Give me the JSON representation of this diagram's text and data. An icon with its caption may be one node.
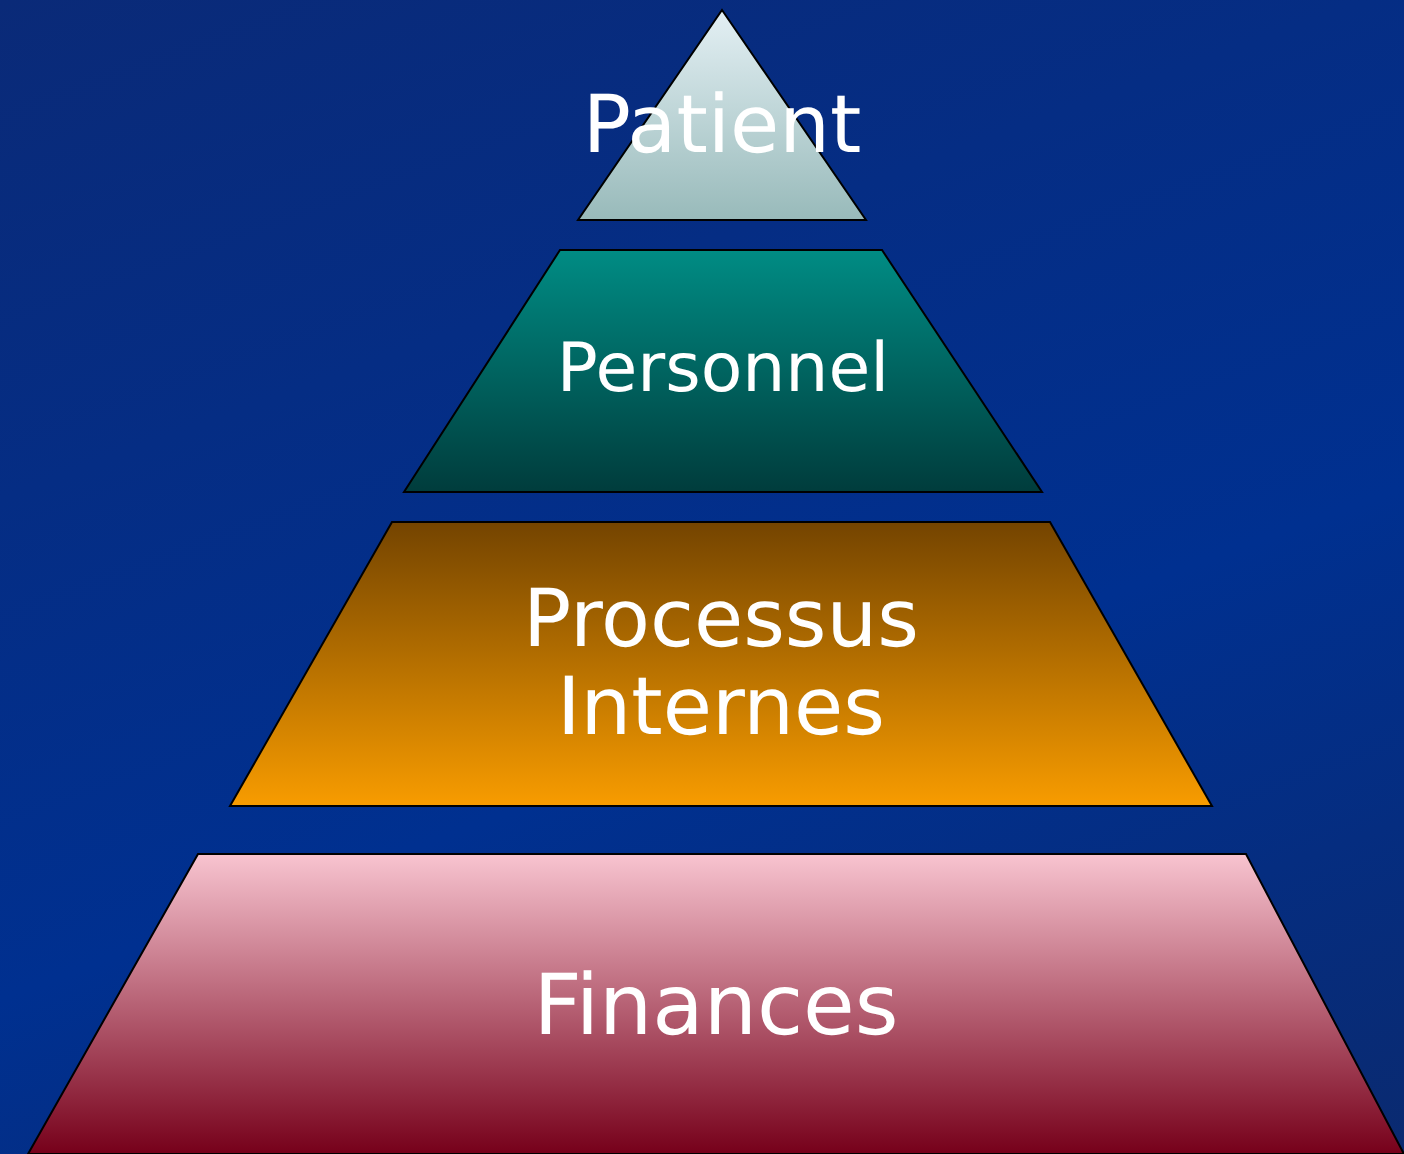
{
  "diagram": {
    "nodes": [
      {
        "text": [
          "Patient"
        ]
      },
      {
        "text": [
          "Personnel"
        ]
      },
      {
        "text": [
          "Processus Internes"
        ]
      },
      {
        "text": [
          "Finances"
        ]
      }
    ]
  }
}
